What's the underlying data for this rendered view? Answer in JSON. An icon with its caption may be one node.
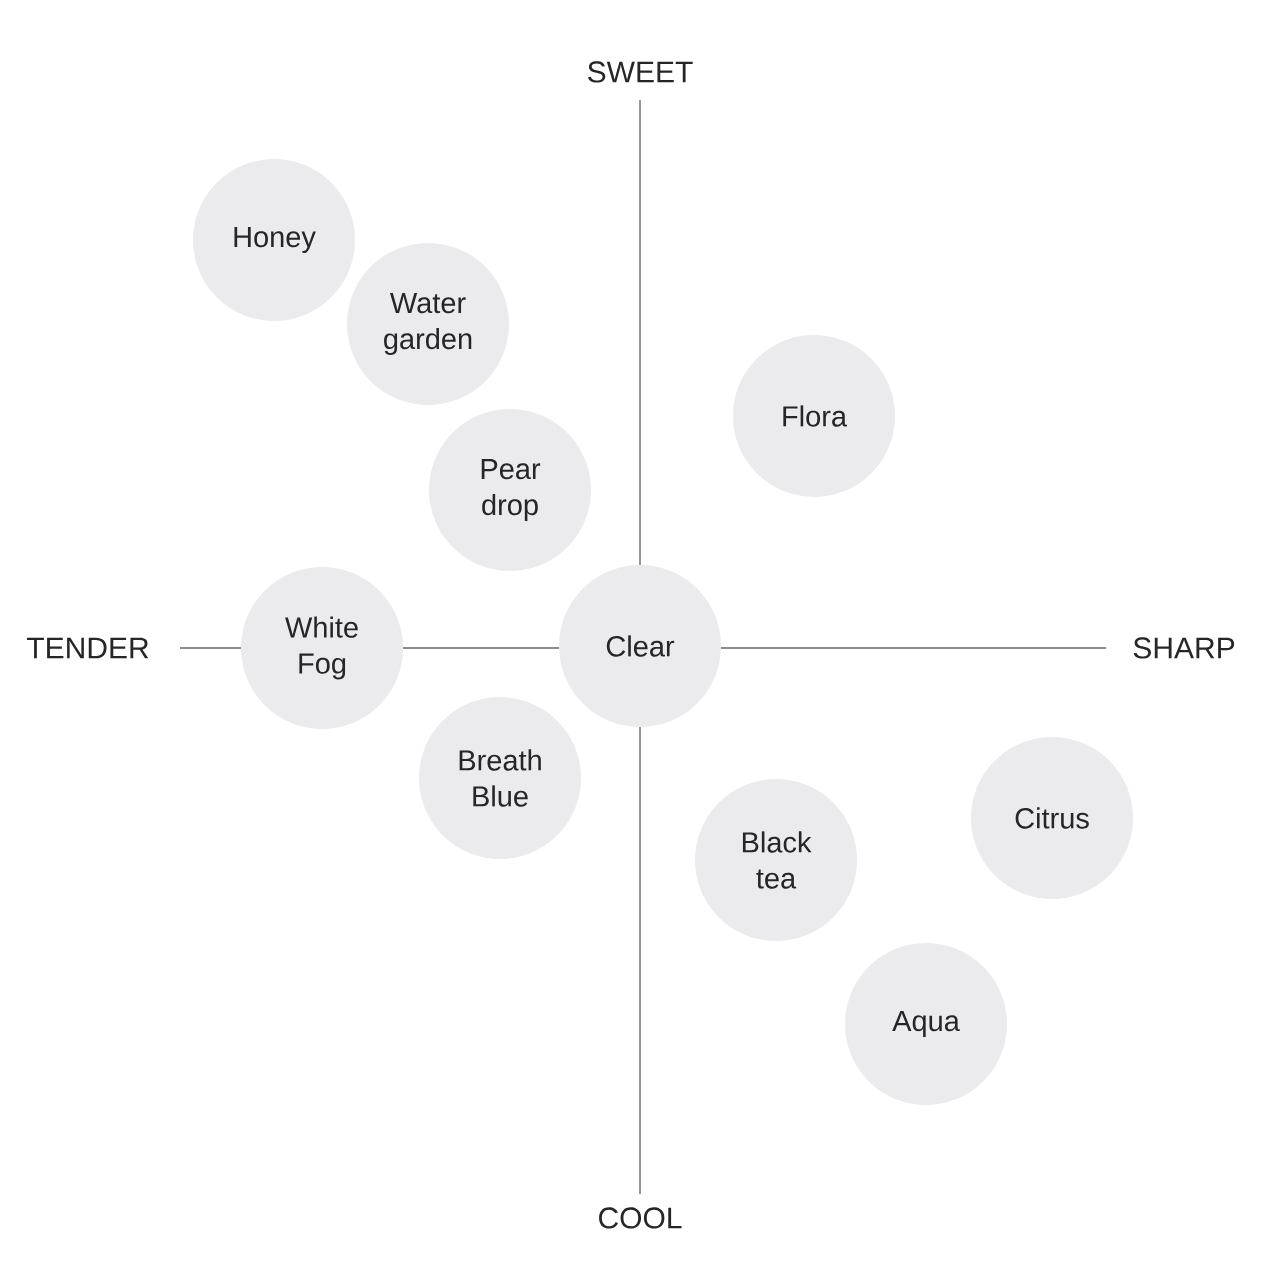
{
  "diagram": {
    "nodes": [
      {
        "text": [
          "Honey"
        ]
      },
      {
        "text": [
          "Water garden"
        ]
      },
      {
        "text": [
          "Flora"
        ]
      },
      {
        "text": [
          "Pear drop"
        ]
      },
      {
        "text": [
          "White Fog"
        ]
      },
      {
        "text": [
          "Clear"
        ]
      },
      {
        "text": [
          "Breath Blue"
        ]
      },
      {
        "text": [
          "Citrus"
        ]
      },
      {
        "text": [
          "Black tea"
        ]
      },
      {
        "text": [
          "Aqua"
        ]
      }
    ],
    "labels": [
      "SWEET",
      "TENDER",
      "SHARP",
      "COOL"
    ]
  }
}
